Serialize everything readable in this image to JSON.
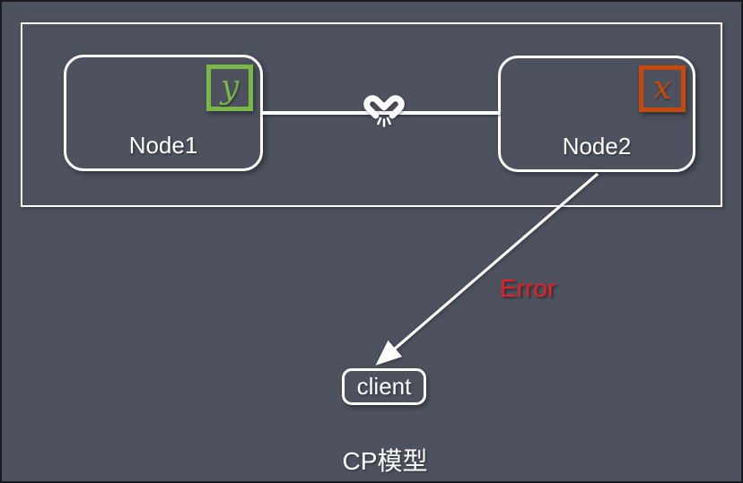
{
  "caption": "CP模型",
  "nodes": {
    "node1": {
      "label": "Node1",
      "variable": "y",
      "accent": "#7ab648"
    },
    "node2": {
      "label": "Node2",
      "variable": "x",
      "accent": "#c7480b"
    }
  },
  "client": {
    "label": "client"
  },
  "error": {
    "label": "Error",
    "color": "#ed1c24"
  },
  "link": {
    "icon": "broken-chain-icon",
    "color": "#ffffff"
  },
  "colors": {
    "background": "#4d525e",
    "stroke": "#ffffff",
    "outer_border": "#191b20"
  }
}
